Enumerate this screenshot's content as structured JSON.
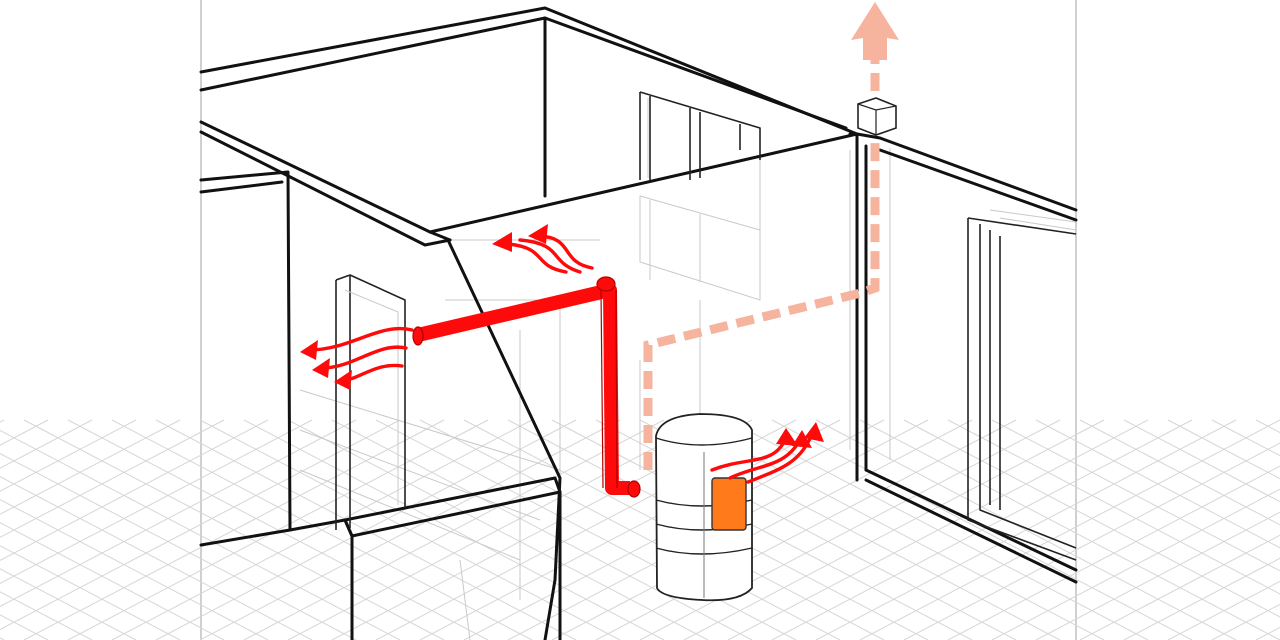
{
  "colors": {
    "hot_air": "#ff0a0a",
    "flue_exhaust": "#f6b39e",
    "stove_window": "#ff7a1a",
    "line": "#111111",
    "ghost_line": "#c9c9c9"
  },
  "elements": {
    "stove": "pellet-stove",
    "ducts": "hot-air-duct",
    "flue": "exhaust-flue",
    "outlets": [
      "left-room-outlet",
      "back-wall-outlet",
      "stove-front-outlet"
    ]
  }
}
